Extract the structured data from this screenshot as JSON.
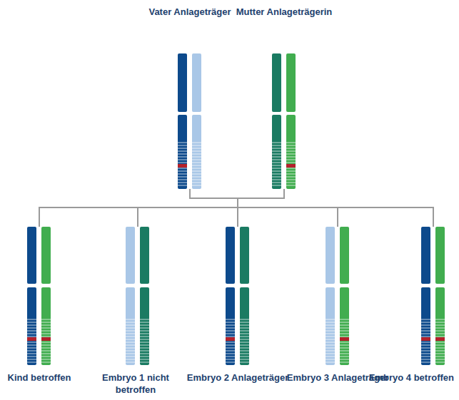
{
  "diagram": {
    "nodes": [
      {
        "text": [
          "Vater Anlageträger"
        ]
      },
      {
        "text": [
          "Mutter Anlageträgerin"
        ]
      },
      {
        "text": [
          "Kind betroffen"
        ]
      },
      {
        "text": [
          "Embryo 1 nicht betroffen"
        ]
      },
      {
        "text": [
          "Embryo 2 Anlageträger"
        ]
      },
      {
        "text": [
          "Embryo 3 Anlageträger"
        ]
      },
      {
        "text": [
          "Embryo 4 betroffen"
        ]
      }
    ],
    "edges": [
      {
        "from": 0,
        "to": 2,
        "arrow": "none"
      },
      {
        "from": 0,
        "to": 3,
        "arrow": "none"
      },
      {
        "from": 0,
        "to": 4,
        "arrow": "none"
      },
      {
        "from": 0,
        "to": 5,
        "arrow": "none"
      },
      {
        "from": 0,
        "to": 6,
        "arrow": "none"
      },
      {
        "from": 1,
        "to": 2,
        "arrow": "none"
      },
      {
        "from": 1,
        "to": 3,
        "arrow": "none"
      },
      {
        "from": 1,
        "to": 4,
        "arrow": "none"
      },
      {
        "from": 1,
        "to": 5,
        "arrow": "none"
      },
      {
        "from": 1,
        "to": 6,
        "arrow": "none"
      }
    ]
  }
}
